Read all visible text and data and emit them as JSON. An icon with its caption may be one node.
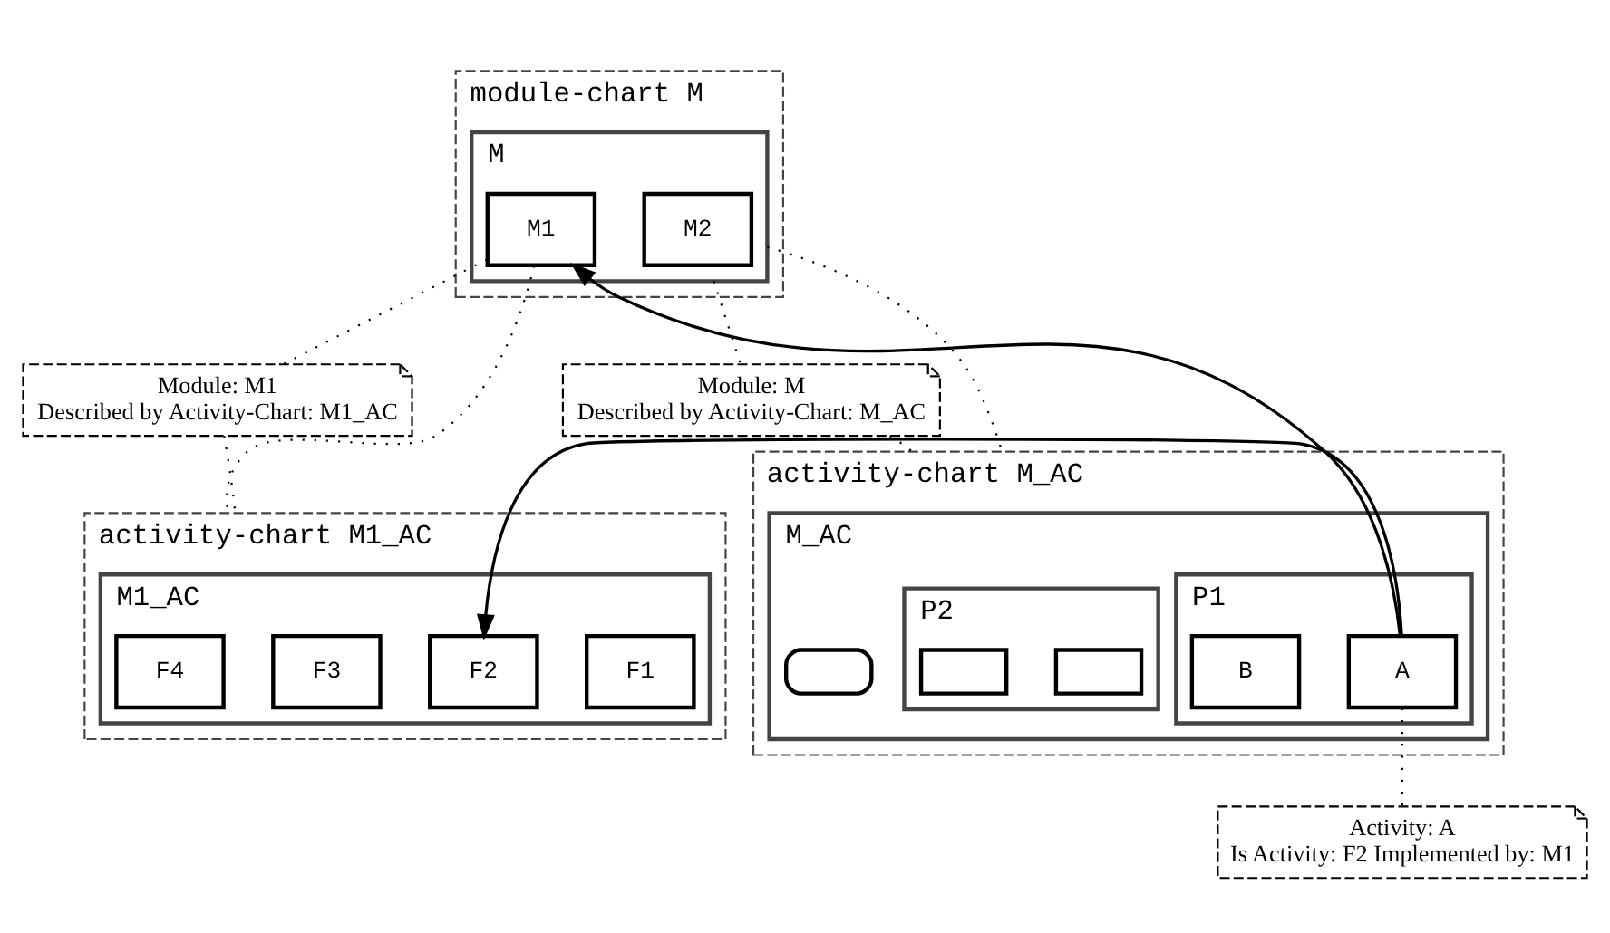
{
  "diagram": {
    "nodes": [
      {
        "text": [
          "module-chart M"
        ]
      },
      {
        "text": [
          "M"
        ],
        "in": 0
      },
      {
        "text": [
          "M1"
        ],
        "in": 1
      },
      {
        "text": [
          "M2"
        ],
        "in": 1
      },
      {
        "text": [
          "Module: M",
          "Described by Activity-Chart: M_AC"
        ]
      },
      {
        "text": [
          "Module: M1",
          "Described by Activity-Chart: M1_AC"
        ]
      },
      {
        "text": [
          "activity-chart M_AC"
        ]
      },
      {
        "text": [
          "M_AC"
        ],
        "in": 6
      },
      {
        "text": [],
        "shape": "box",
        "in": 7
      },
      {
        "text": [
          "P1"
        ],
        "in": 7
      },
      {
        "text": [
          "A"
        ],
        "in": 9
      },
      {
        "text": [
          "B"
        ],
        "in": 9
      },
      {
        "text": [
          "P2"
        ],
        "in": 7
      },
      {
        "text": [],
        "shape": "box",
        "in": 12
      },
      {
        "text": [],
        "shape": "box",
        "in": 12
      },
      {
        "text": [
          "activity-chart M1_AC"
        ]
      },
      {
        "text": [
          "M1_AC"
        ],
        "in": 15
      },
      {
        "text": [
          "F1"
        ],
        "in": 16
      },
      {
        "text": [
          "F2"
        ],
        "in": 16
      },
      {
        "text": [
          "F3"
        ],
        "in": 16
      },
      {
        "text": [
          "F4"
        ],
        "in": 16
      },
      {
        "text": [
          "Activity: A",
          "Is Activity: F2 Implemented by: M1"
        ]
      }
    ],
    "edges": [
      {
        "from": 1,
        "to": 4,
        "arrow": "none",
        "style": "dashed"
      },
      {
        "from": 1,
        "to": 6,
        "arrow": "none",
        "style": "dashed"
      },
      {
        "from": 4,
        "to": 6,
        "arrow": "none",
        "style": "dashed"
      },
      {
        "from": 2,
        "to": 5,
        "arrow": "none",
        "style": "dashed"
      },
      {
        "from": 2,
        "to": 15,
        "arrow": "none",
        "style": "dashed"
      },
      {
        "from": 5,
        "to": 15,
        "arrow": "none",
        "style": "dashed"
      },
      {
        "from": 10,
        "to": 2,
        "arrow": "to"
      },
      {
        "from": 10,
        "to": 18,
        "arrow": "to"
      },
      {
        "from": 10,
        "to": 21,
        "arrow": "none",
        "style": "dashed"
      }
    ]
  }
}
